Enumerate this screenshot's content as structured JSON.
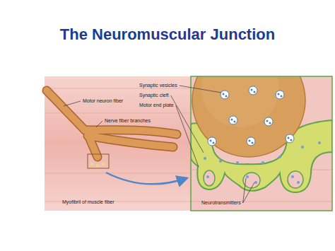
{
  "diagram": {
    "title": "The Neuromuscular Junction",
    "labels": [
      "Motor neuron fiber",
      "Nerve fiber branches",
      "Myofibril of muscle fiber",
      "Synaptic vesicles",
      "Synaptic cleft",
      "Motor end plate",
      "Neurotransmitters"
    ]
  }
}
